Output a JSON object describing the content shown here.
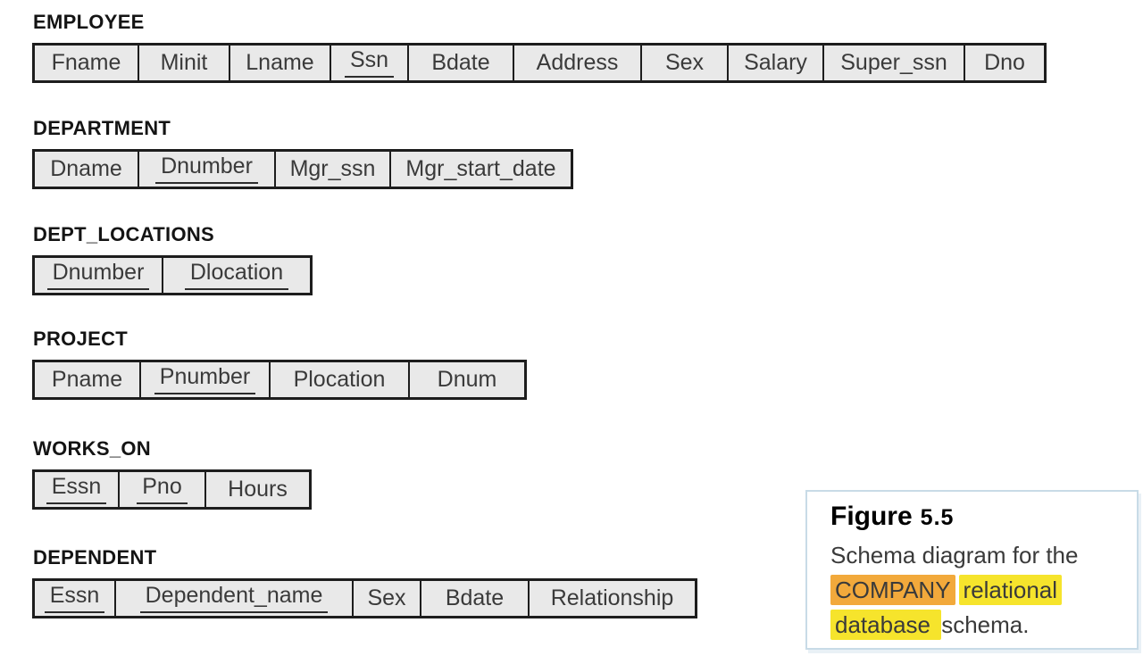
{
  "tables": [
    {
      "name": "EMPLOYEE",
      "attributes": [
        {
          "name": "Fname"
        },
        {
          "name": "Minit"
        },
        {
          "name": "Lname"
        },
        {
          "name": "Ssn",
          "key": true
        },
        {
          "name": "Bdate"
        },
        {
          "name": "Address"
        },
        {
          "name": "Sex"
        },
        {
          "name": "Salary"
        },
        {
          "name": "Super_ssn"
        },
        {
          "name": "Dno"
        }
      ]
    },
    {
      "name": "DEPARTMENT",
      "attributes": [
        {
          "name": "Dname"
        },
        {
          "name": "Dnumber",
          "key": true
        },
        {
          "name": "Mgr_ssn"
        },
        {
          "name": "Mgr_start_date"
        }
      ]
    },
    {
      "name": "DEPT_LOCATIONS",
      "attributes": [
        {
          "name": "Dnumber",
          "key": true
        },
        {
          "name": "Dlocation",
          "key": true
        }
      ]
    },
    {
      "name": "PROJECT",
      "attributes": [
        {
          "name": "Pname"
        },
        {
          "name": "Pnumber",
          "key": true
        },
        {
          "name": "Plocation"
        },
        {
          "name": "Dnum"
        }
      ]
    },
    {
      "name": "WORKS_ON",
      "attributes": [
        {
          "name": "Essn",
          "key": true
        },
        {
          "name": "Pno",
          "key": true
        },
        {
          "name": "Hours"
        }
      ]
    },
    {
      "name": "DEPENDENT",
      "attributes": [
        {
          "name": "Essn",
          "key": true
        },
        {
          "name": "Dependent_name",
          "key": true
        },
        {
          "name": "Sex"
        },
        {
          "name": "Bdate"
        },
        {
          "name": "Relationship"
        }
      ]
    }
  ],
  "caption": {
    "figure_label": "Figure",
    "figure_number": "5.5",
    "line_schema": "Schema diagram for the",
    "word_company": "COMPANY",
    "word_relational": "relational",
    "word_database": "database ",
    "word_schema": "schema."
  },
  "colors": {
    "table_fill": "#E9E9E9",
    "table_border": "#1D1D1D",
    "cell_text": "#3A3A3A",
    "label_text": "#141414",
    "caption_border": "#C8DBE7",
    "highlight_orange": "#F2A93B",
    "highlight_yellow": "#F6E42C"
  }
}
